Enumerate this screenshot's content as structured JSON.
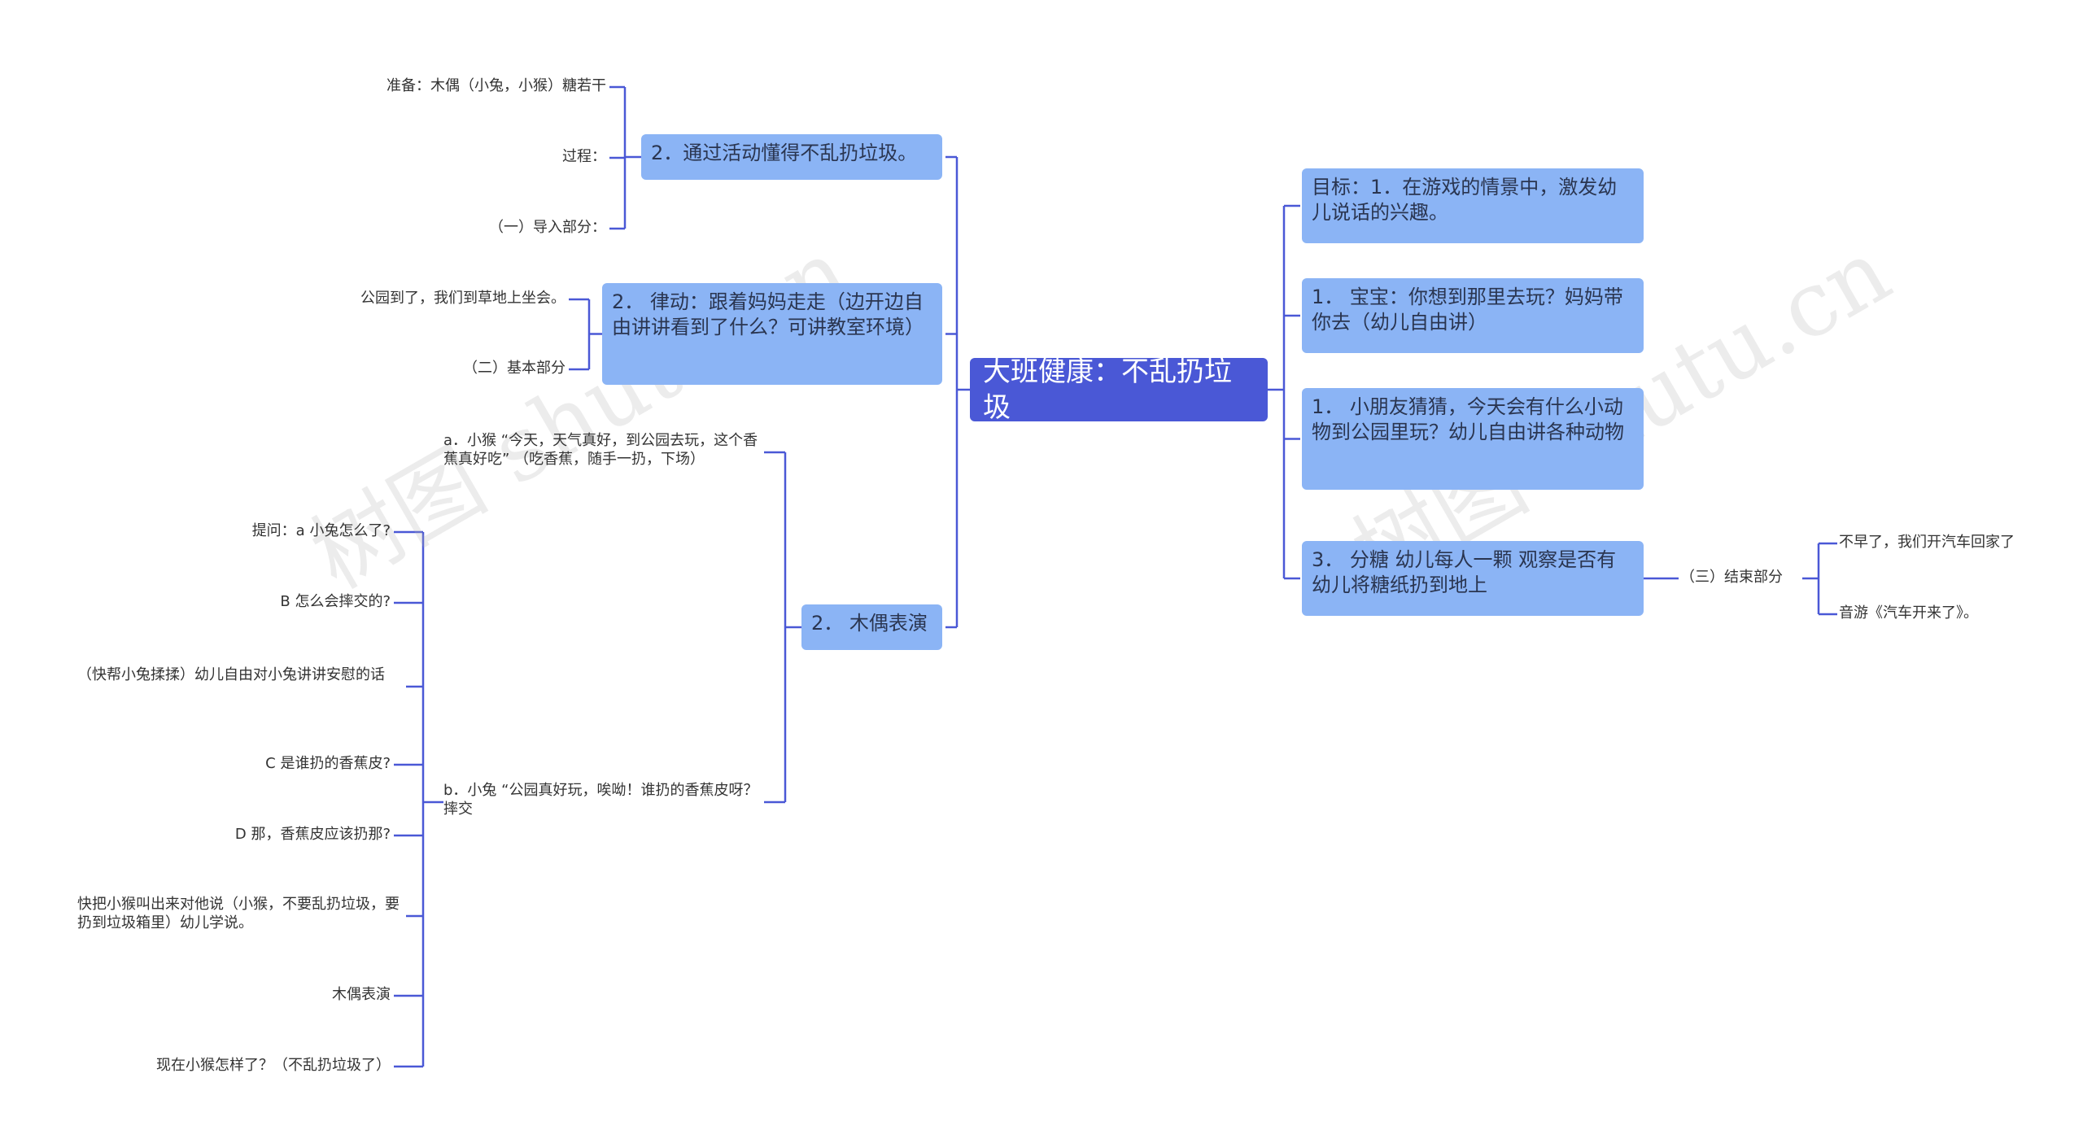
{
  "title": "大班健康：不乱扔垃圾",
  "watermark": "树图 shutu.cn",
  "colors": {
    "root": "#4a58d6",
    "box": "#8bb4f5",
    "line": "#4a58d6"
  },
  "right": {
    "goal": "目标：1．在游戏的情景中，激发幼儿说话的兴趣。",
    "baobao": "1．  宝宝：你想到那里去玩？妈妈带你去（幼儿自由讲）",
    "guess": "1．  小朋友猜猜，今天会有什么小动物到公园里玩？幼儿自由讲各种动物",
    "candy": "3．  分糖 幼儿每人一颗 观察是否有幼儿将糖纸扔到地上",
    "ending": "（三）结束部分",
    "ending_items": [
      "不早了，我们开汽车回家了",
      "音游《汽车开来了》。"
    ]
  },
  "left": {
    "activity": "2．通过活动懂得不乱扔垃圾。",
    "activity_items": [
      "准备：木偶（小兔，小猴）糖若干",
      "过程：",
      "（一）导入部分："
    ],
    "rhythm": "2．  律动：跟着妈妈走走（边开边自由讲讲看到了什么？可讲教室环境）",
    "rhythm_items": [
      "公园到了，我们到草地上坐会。",
      "（二）基本部分"
    ],
    "puppet": "2．  木偶表演",
    "scene_a": "a．小猴 “今天，天气真好，到公园去玩，这个香蕉真好吃” （吃香蕉，随手一扔，下场）",
    "scene_b": "b．小兔 “公园真好玩，唉呦！谁扔的香蕉皮呀？摔交",
    "scene_b_items": [
      "提问：a 小兔怎么了?",
      "B 怎么会摔交的?",
      "（快帮小兔揉揉）幼儿自由对小兔讲讲安慰的话",
      "C 是谁扔的香蕉皮?",
      "D 那，香蕉皮应该扔那?",
      "快把小猴叫出来对他说（小猴，不要乱扔垃圾，要扔到垃圾箱里）幼儿学说。",
      "木偶表演",
      "现在小猴怎样了？（不乱扔垃圾了）"
    ]
  }
}
